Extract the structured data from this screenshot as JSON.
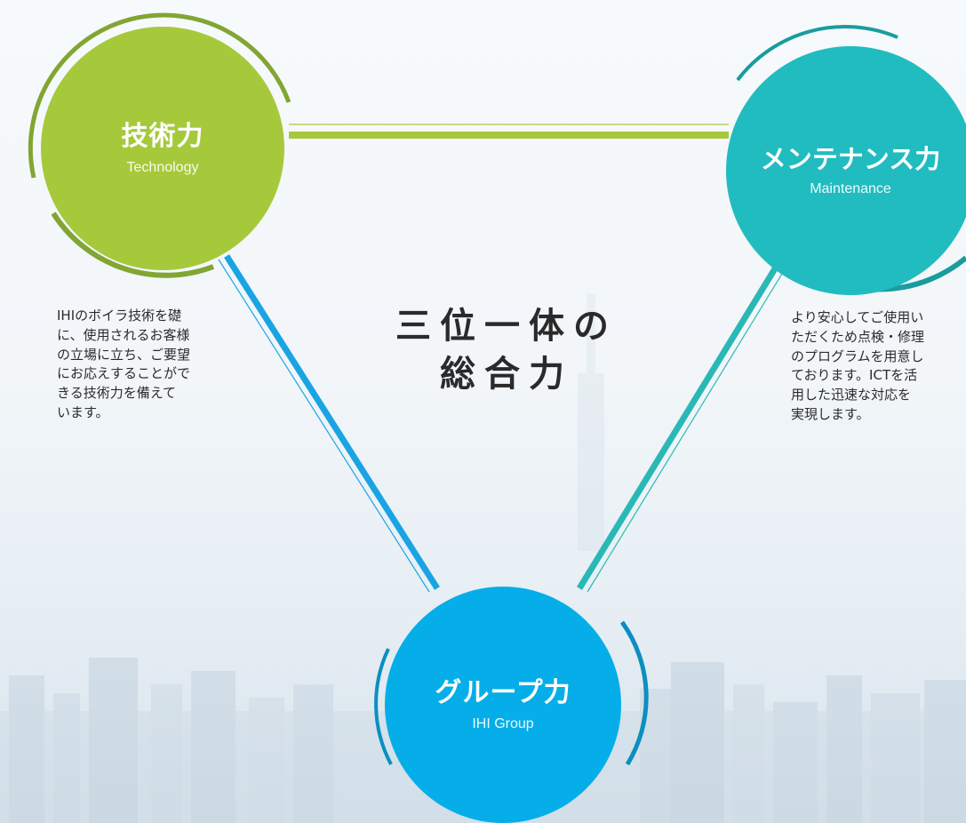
{
  "center": {
    "line1": "三位一体の",
    "line2": "総合力"
  },
  "nodes": {
    "technology": {
      "title": "技術力",
      "subtitle": "Technology",
      "color": "#a6c93c",
      "description": [
        "IHIのボイラ技術を礎",
        "に、使用されるお客様",
        "の立場に立ち、ご要望",
        "にお応えすることがで",
        "きる技術力を備えて",
        "います。"
      ]
    },
    "maintenance": {
      "title": "メンテナンス力",
      "subtitle": "Maintenance",
      "color": "#21bcbf",
      "description": [
        "より安心してご使用い",
        "ただくため点検・修理",
        "のプログラムを用意し",
        "ております。ICTを活",
        "用した迅速な対応を",
        "実現します。"
      ]
    },
    "group": {
      "title": "グループ力",
      "subtitle": "IHI Group",
      "color": "#05aee8"
    }
  },
  "connectors": {
    "tech_maint_color": "#a6c93c",
    "tech_group_color": "#1aa4e4",
    "maint_group_color": "#2ab8b6"
  }
}
